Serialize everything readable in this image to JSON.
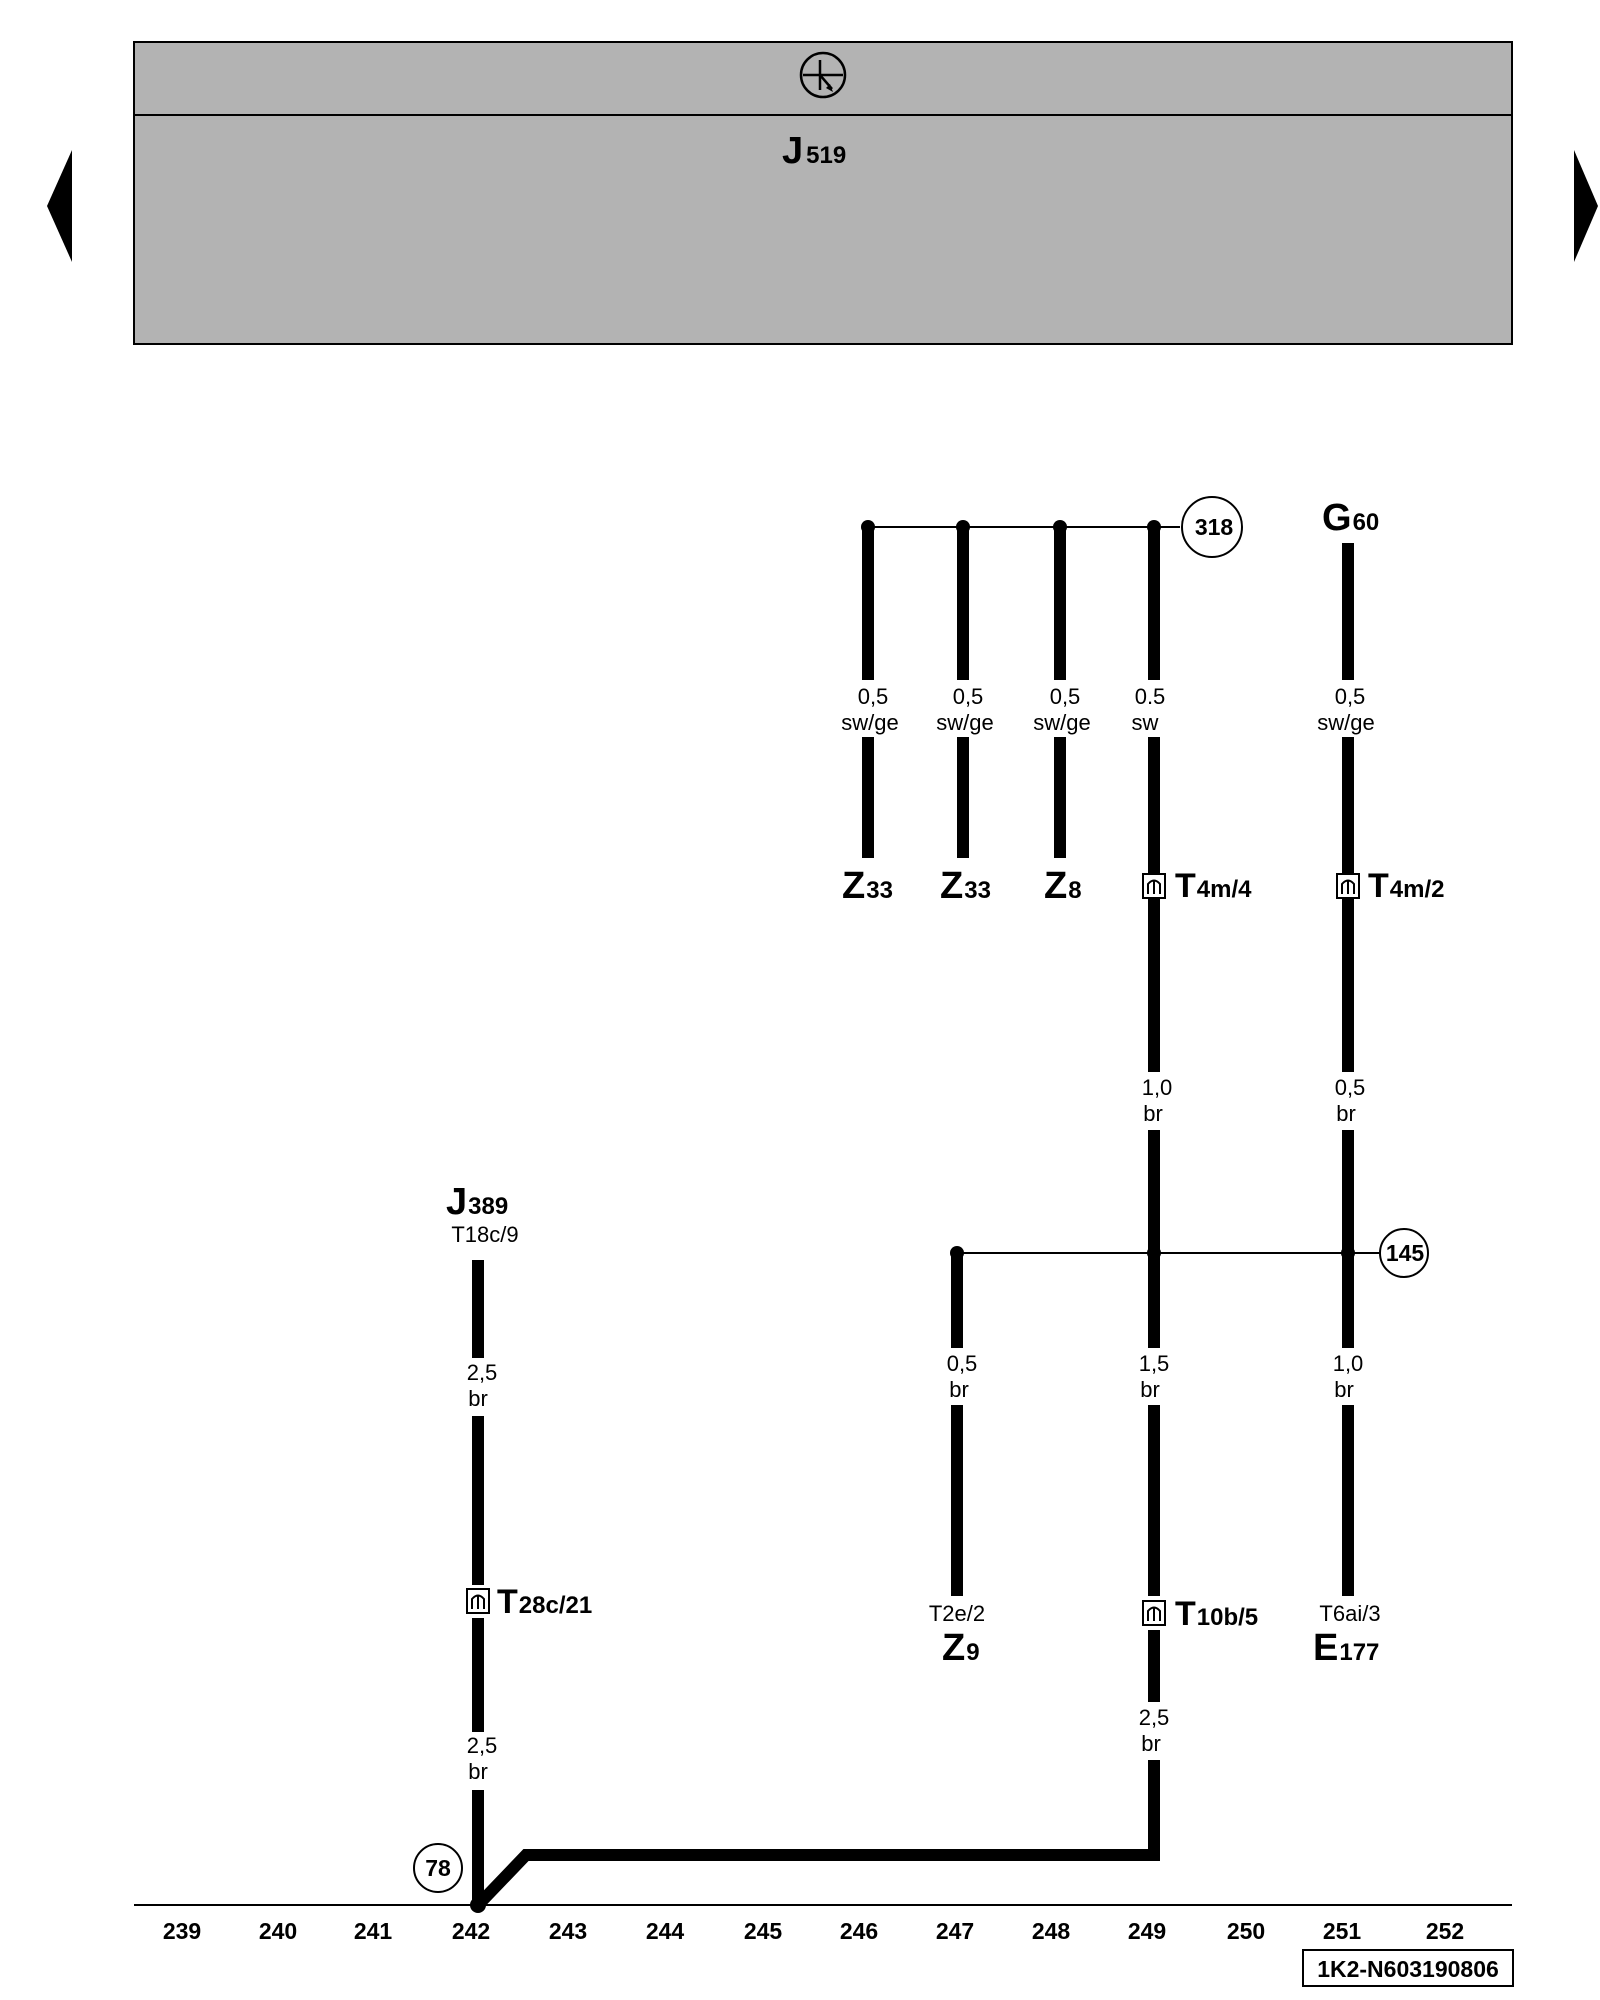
{
  "header": {
    "component": "J",
    "component_sub": "519",
    "ground_symbol_icon": "ground-circle-icon"
  },
  "nav": {
    "prev_icon": "triangle-left-icon",
    "next_icon": "triangle-right-icon"
  },
  "refs": {
    "r318": "318",
    "r145": "145",
    "r78": "78"
  },
  "components": {
    "g60": {
      "big": "G",
      "sub": "60"
    },
    "z33a": {
      "big": "Z",
      "sub": "33"
    },
    "z33b": {
      "big": "Z",
      "sub": "33"
    },
    "z8": {
      "big": "Z",
      "sub": "8"
    },
    "j389": {
      "big": "J",
      "sub": "389",
      "pin": "T18c/9"
    },
    "z9": {
      "pin": "T2e/2",
      "big": "Z",
      "sub": "9"
    },
    "e177": {
      "pin": "T6ai/3",
      "big": "E",
      "sub": "177"
    }
  },
  "connectors": {
    "t4m4": {
      "big": "T",
      "sub": "4m/4"
    },
    "t4m2": {
      "big": "T",
      "sub": "4m/2"
    },
    "t28c21": {
      "big": "T",
      "sub": "28c/21"
    },
    "t10b5": {
      "big": "T",
      "sub": "10b/5"
    }
  },
  "wires": {
    "w1": {
      "size": "0,5",
      "color": "sw/ge"
    },
    "w2": {
      "size": "0,5",
      "color": "sw/ge"
    },
    "w3": {
      "size": "0,5",
      "color": "sw/ge"
    },
    "w4": {
      "size": "0.5",
      "color": "sw"
    },
    "w5": {
      "size": "0,5",
      "color": "sw/ge"
    },
    "w6": {
      "size": "1,0",
      "color": "br"
    },
    "w7": {
      "size": "0,5",
      "color": "br"
    },
    "w8": {
      "size": "0,5",
      "color": "br"
    },
    "w9": {
      "size": "1,5",
      "color": "br"
    },
    "w10": {
      "size": "1,0",
      "color": "br"
    },
    "w11": {
      "size": "2,5",
      "color": "br"
    },
    "w12": {
      "size": "2,5",
      "color": "br"
    },
    "w13": {
      "size": "2,5",
      "color": "br"
    }
  },
  "scale": [
    "239",
    "240",
    "241",
    "242",
    "243",
    "244",
    "245",
    "246",
    "247",
    "248",
    "249",
    "250",
    "251",
    "252"
  ],
  "doc_code": "1K2-N603190806"
}
